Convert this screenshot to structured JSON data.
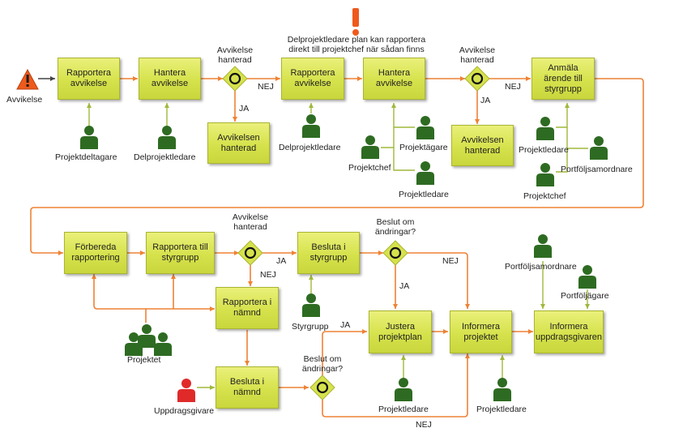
{
  "start_label": "Avvikelse",
  "boxes": {
    "rapportera1": "Rapportera avvikelse",
    "hantera1": "Hantera avvikelse",
    "rapportera2": "Rapportera avvikelse",
    "hantera2": "Hantera avvikelse",
    "anmala": "Anmäla ärende till styrgrupp",
    "hanterad1": "Avvikelsen hanterad",
    "hanterad2": "Avvikelsen hanterad",
    "forbereda": "Förbereda rapportering",
    "rapportera_styr": "Rapportera till styrgrupp",
    "besluta_styr": "Besluta i styrgrupp",
    "rapportera_namnd": "Rapportera i nämnd",
    "besluta_namnd": "Besluta i nämnd",
    "justera": "Justera projektplan",
    "informera_proj": "Informera projektet",
    "informera_uppd": "Informera uppdragsgivaren"
  },
  "gateways": {
    "g1": "Avvikelse hanterad",
    "g2": "Avvikelse hanterad",
    "g3": "Avvikelse hanterad",
    "g4": "Beslut om ändringar?",
    "g5": "Beslut om ändringar?"
  },
  "flow_labels": {
    "ja": "JA",
    "nej": "NEJ"
  },
  "annotation": "Delprojektledare plan kan rapportera direkt till projektchef när sådan finns",
  "roles": {
    "projektdeltagare": "Projektdeltagare",
    "delprojektledare1": "Delprojektledare",
    "delprojektledare2": "Delprojektledare",
    "projektchef1": "Projektchef",
    "projektagare": "Projektägare",
    "projektledare1": "Projektledare",
    "projektledare2": "Projektledare",
    "portfoljsamordnare1": "Portföljsamordnare",
    "projektchef2": "Projektchef",
    "projektet": "Projektet",
    "styrgrupp": "Styrgrupp",
    "uppdragsgivare": "Uppdragsgivare",
    "projektledare3": "Projektledare",
    "projektledare4": "Projektledare",
    "portfoljsamordnare2": "Portföljsamordnare",
    "portfoljagare": "Portföljägare"
  },
  "colors": {
    "flow": "#ee8235",
    "association": "#9fb83a",
    "person": "#2e6b22",
    "person_external": "#e02a2a",
    "task_fill": "#d6e24c",
    "warning": "#ee5a1c"
  }
}
